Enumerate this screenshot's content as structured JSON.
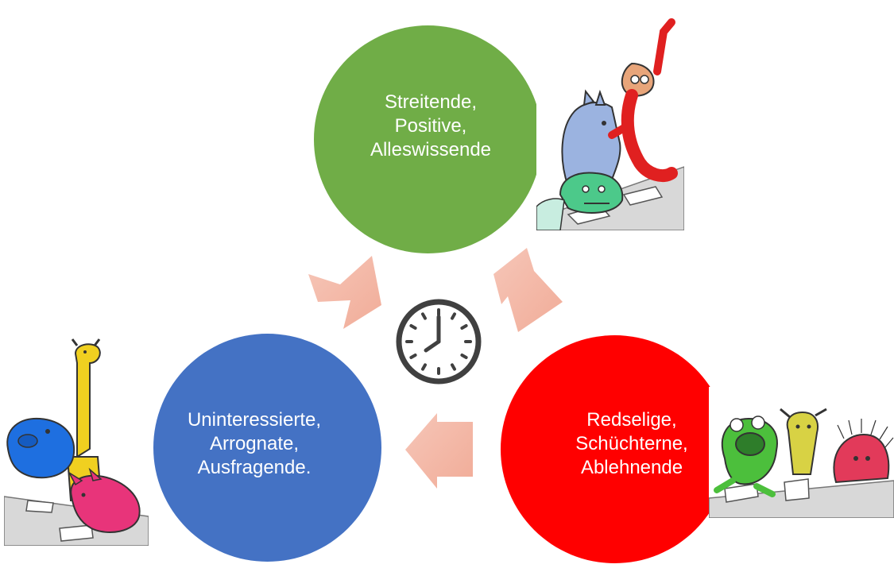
{
  "diagram": {
    "type": "cycle",
    "center_icon": "clock-icon",
    "nodes": [
      {
        "id": "top",
        "color": "#70AD47",
        "lines": [
          "Streitende,",
          "Positive,",
          "Alleswissende"
        ],
        "illustration": "horse-monkey-bulldog-cartoon"
      },
      {
        "id": "right",
        "color": "#FF0000",
        "lines": [
          "Redselige,",
          "Schüchterne,",
          "Ablehnende"
        ],
        "illustration": "frog-goat-hedgehog-cartoon"
      },
      {
        "id": "left",
        "color": "#4472C4",
        "lines": [
          "Uninteressierte,",
          "Arrognate,",
          "Ausfragende."
        ],
        "illustration": "hippo-giraffe-pig-cartoon"
      }
    ],
    "arrow_color": "#F4B9A8",
    "arrows": [
      "top-to-right",
      "right-to-left",
      "left-to-top"
    ]
  }
}
